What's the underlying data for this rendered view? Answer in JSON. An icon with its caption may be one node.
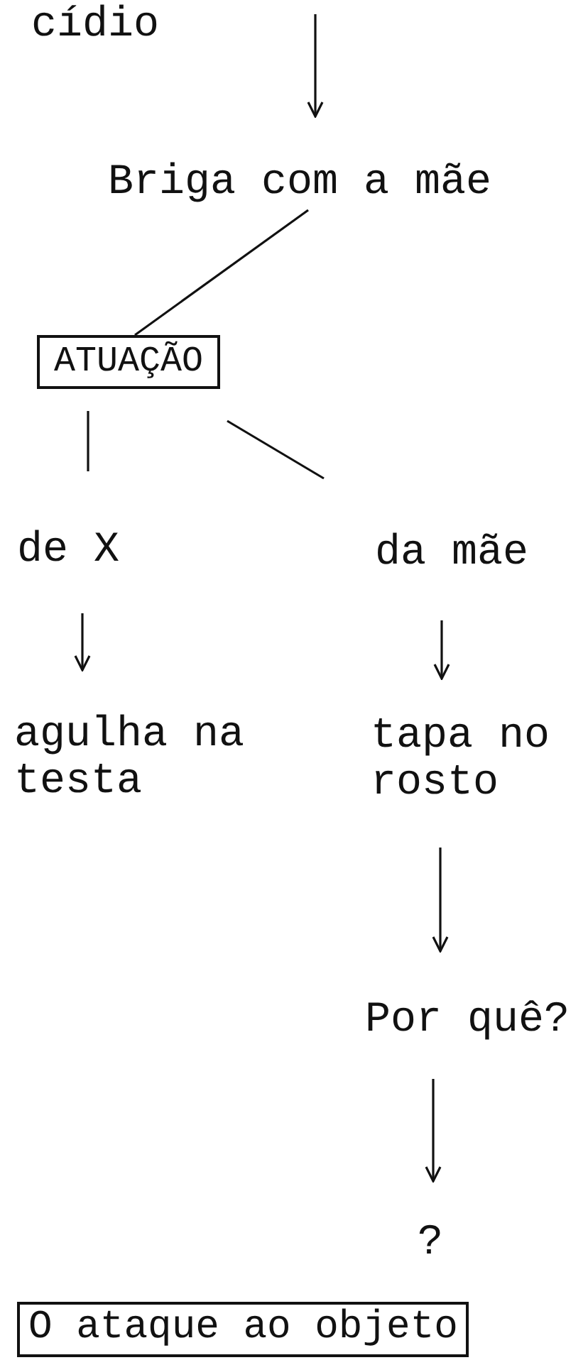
{
  "diagram": {
    "nodes": [
      {
        "text": [
          "Briga com a mãe"
        ]
      },
      {
        "text": [
          "ATUAÇÃO"
        ]
      },
      {
        "text": [
          "de X"
        ]
      },
      {
        "text": [
          "da mãe"
        ]
      },
      {
        "text": [
          "agulha na testa"
        ]
      },
      {
        "text": [
          "tapa no rosto"
        ]
      },
      {
        "text": [
          "Por quê?"
        ]
      },
      {
        "text": [
          "?"
        ]
      },
      {
        "text": [
          "O ataque ao objeto"
        ]
      }
    ],
    "edges": [
      {
        "from": null,
        "to": 0,
        "arrow": "to"
      },
      {
        "from": 0,
        "to": 1,
        "arrow": "none"
      },
      {
        "from": 1,
        "to": 2,
        "arrow": "none"
      },
      {
        "from": 1,
        "to": 3,
        "arrow": "none"
      },
      {
        "from": 2,
        "to": 4,
        "arrow": "to"
      },
      {
        "from": 3,
        "to": 5,
        "arrow": "to"
      },
      {
        "from": 5,
        "to": 6,
        "arrow": "to"
      },
      {
        "from": 6,
        "to": 7,
        "arrow": "to"
      }
    ],
    "labels": [
      "cídio"
    ]
  }
}
